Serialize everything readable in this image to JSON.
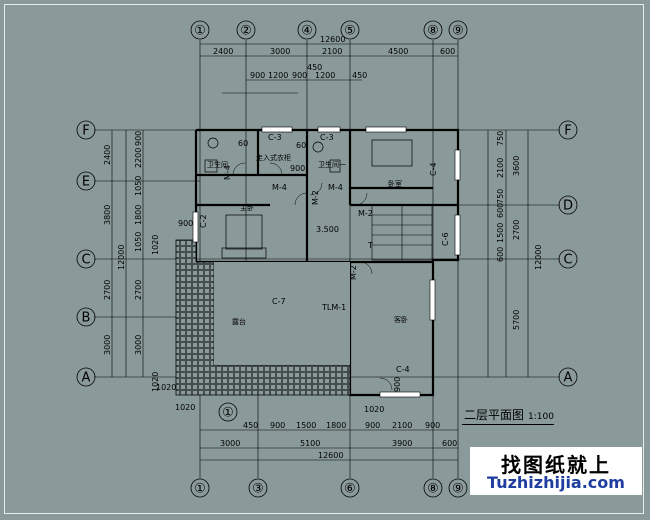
{
  "plan": {
    "title": "二层平面图",
    "scale": "1:100",
    "axes_top": [
      "①",
      "②",
      "④",
      "⑤",
      "⑧",
      "⑨"
    ],
    "axes_bottom": [
      "①",
      "③",
      "⑥",
      "⑧",
      "⑨"
    ],
    "axes_rows": [
      "F",
      "E",
      "D",
      "C",
      "B",
      "A"
    ],
    "dims_top_total": "12600",
    "dims_top": [
      "2400",
      "3000",
      "2100",
      "4500",
      "600"
    ],
    "dims_top_sub": [
      "900",
      "1200",
      "900",
      "1200",
      "450",
      "450"
    ],
    "dims_bottom": [
      "450",
      "900",
      "1500",
      "1800",
      "900",
      "2100",
      "900"
    ],
    "dims_bottom2": [
      "3000",
      "5100",
      "3900",
      "600"
    ],
    "dims_bottom_total": "12600",
    "dims_left": [
      "2400",
      "3800",
      "2700",
      "3000"
    ],
    "dims_left_inner": [
      "900",
      "2200",
      "1050",
      "1800",
      "1050",
      "2700",
      "3000"
    ],
    "dims_left_total": "12000",
    "dims_right": [
      "750",
      "2100",
      "750",
      "600",
      "1500",
      "600"
    ],
    "dims_right2": [
      "3600",
      "2700",
      "5700"
    ],
    "dims_right_total": "12000",
    "dim_1020_a": "1020",
    "dim_1020_b": "1020",
    "dim_1020_c": "1020",
    "dim_900": "900",
    "dim_900_b": "900",
    "level": "3.500",
    "rooms": {
      "toilet1": "卫生间",
      "toilet2": "卫生间一",
      "closet": "走入式衣柜",
      "bedroom": "卧室",
      "master": "主卧",
      "terrace": "露台",
      "guest": "客卧"
    },
    "tags": [
      "C-3",
      "C-3",
      "C-4",
      "C-2",
      "C-6",
      "C-7",
      "C-4",
      "M-4",
      "M-4",
      "M-4",
      "M-2",
      "M-2",
      "M-2",
      "TLM-1",
      "60",
      "60",
      "900",
      "1020",
      "T"
    ]
  },
  "watermark": {
    "cn": "找图纸就上",
    "url": "Tuzhizhijia.com"
  }
}
